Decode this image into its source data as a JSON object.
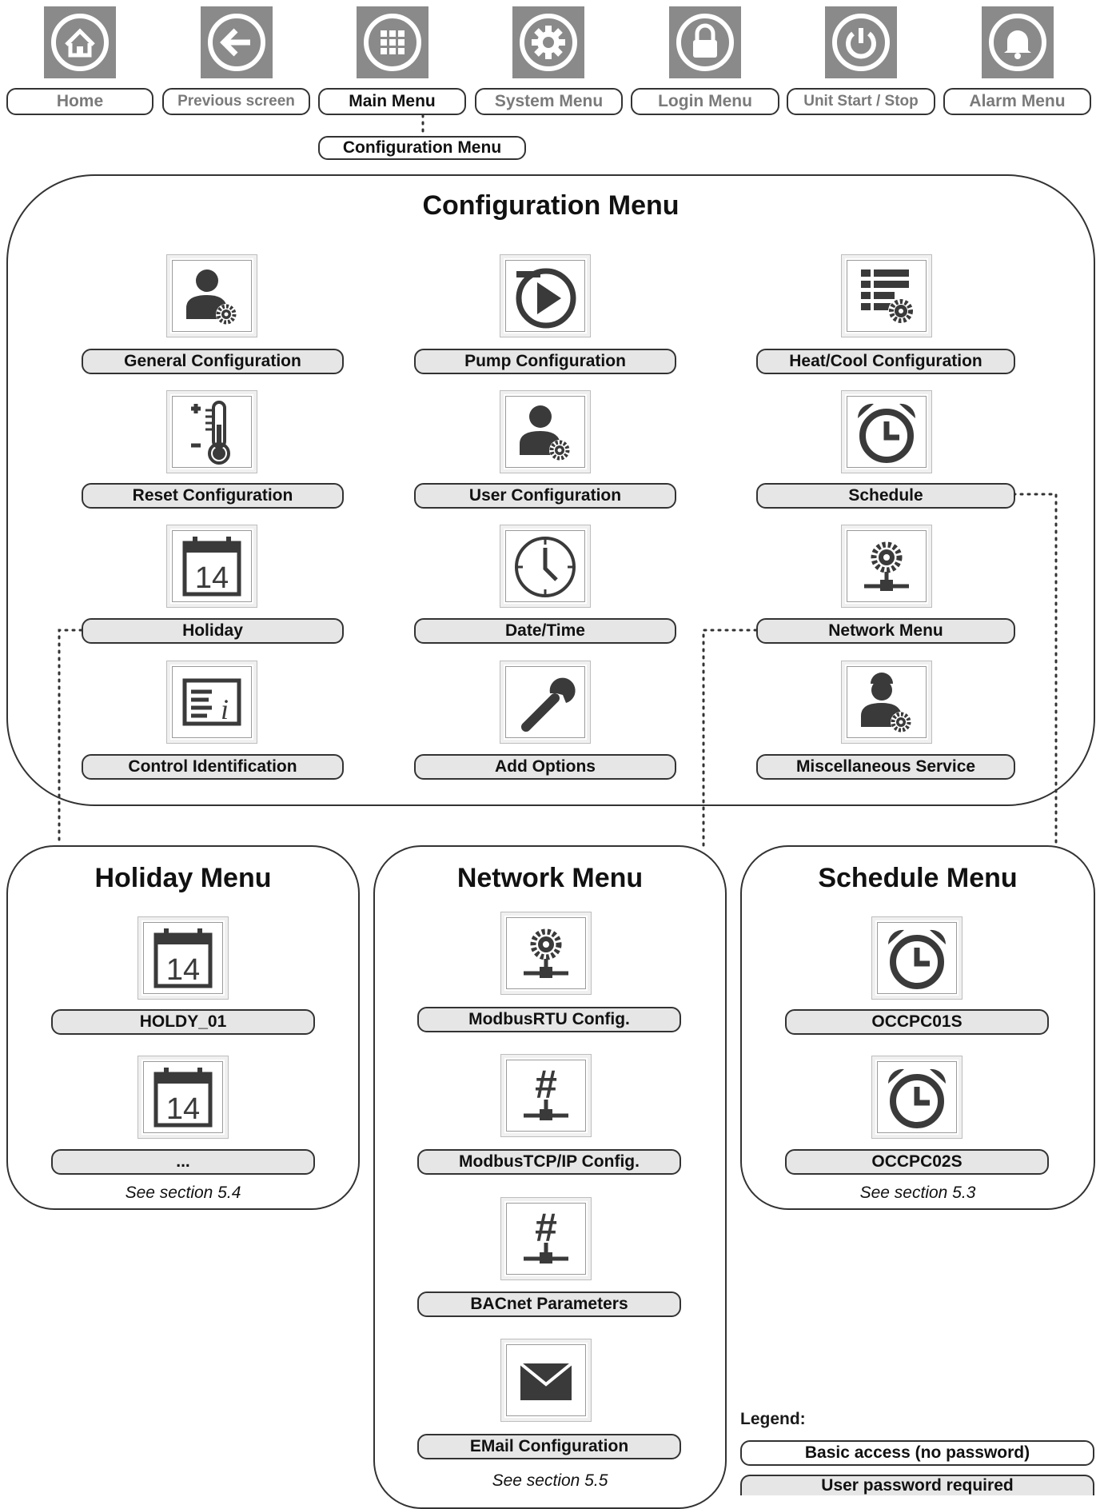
{
  "nav": {
    "buttons": [
      {
        "label": "Home",
        "icon": "home-icon"
      },
      {
        "label": "Previous screen",
        "icon": "back-arrow-icon"
      },
      {
        "label": "Main Menu",
        "icon": "grid-icon"
      },
      {
        "label": "System Menu",
        "icon": "gear-icon"
      },
      {
        "label": "Login Menu",
        "icon": "lock-icon"
      },
      {
        "label": "Unit Start / Stop",
        "icon": "power-icon"
      },
      {
        "label": "Alarm Menu",
        "icon": "bell-icon"
      }
    ],
    "breadcrumb": "Configuration Menu"
  },
  "config_menu": {
    "title": "Configuration Menu",
    "items": [
      {
        "label": "General Configuration",
        "icon": "user-gear-icon"
      },
      {
        "label": "Pump Configuration",
        "icon": "pump-play-icon"
      },
      {
        "label": "Heat/Cool Configuration",
        "icon": "list-gear-icon"
      },
      {
        "label": "Reset Configuration",
        "icon": "thermometer-icon"
      },
      {
        "label": "User Configuration",
        "icon": "user-gear-icon"
      },
      {
        "label": "Schedule",
        "icon": "alarm-clock-icon"
      },
      {
        "label": "Holiday",
        "icon": "calendar-14-icon"
      },
      {
        "label": "Date/Time",
        "icon": "clock-icon"
      },
      {
        "label": "Network Menu",
        "icon": "network-gear-icon"
      },
      {
        "label": "Control Identification",
        "icon": "info-card-icon"
      },
      {
        "label": "Add Options",
        "icon": "wrench-icon"
      },
      {
        "label": "Miscellaneous Service",
        "icon": "service-user-icon"
      }
    ]
  },
  "holiday_menu": {
    "title": "Holiday Menu",
    "items": [
      {
        "label": "HOLDY_01",
        "icon": "calendar-14-icon"
      },
      {
        "label": "...",
        "icon": "calendar-14-icon"
      }
    ],
    "note": "See section 5.4"
  },
  "network_menu": {
    "title": "Network Menu",
    "items": [
      {
        "label": "ModbusRTU Config.",
        "icon": "network-gear-icon"
      },
      {
        "label": "ModbusTCP/IP Config.",
        "icon": "network-hash-icon"
      },
      {
        "label": "BACnet Parameters",
        "icon": "network-hash-icon"
      },
      {
        "label": "EMail Configuration",
        "icon": "envelope-icon"
      }
    ],
    "note": "See section 5.5"
  },
  "schedule_menu": {
    "title": "Schedule Menu",
    "items": [
      {
        "label": "OCCPC01S",
        "icon": "alarm-clock-icon"
      },
      {
        "label": "OCCPC02S",
        "icon": "alarm-clock-icon"
      }
    ],
    "note": "See section 5.3"
  },
  "legend": {
    "title": "Legend:",
    "basic": "Basic access (no password)",
    "user": "User password required"
  },
  "colors": {
    "icon_dark": "#3a3a3a",
    "nav_icon_bg": "#8a8a8a",
    "pill_fill": "#e6e6e6",
    "border": "#333333"
  }
}
